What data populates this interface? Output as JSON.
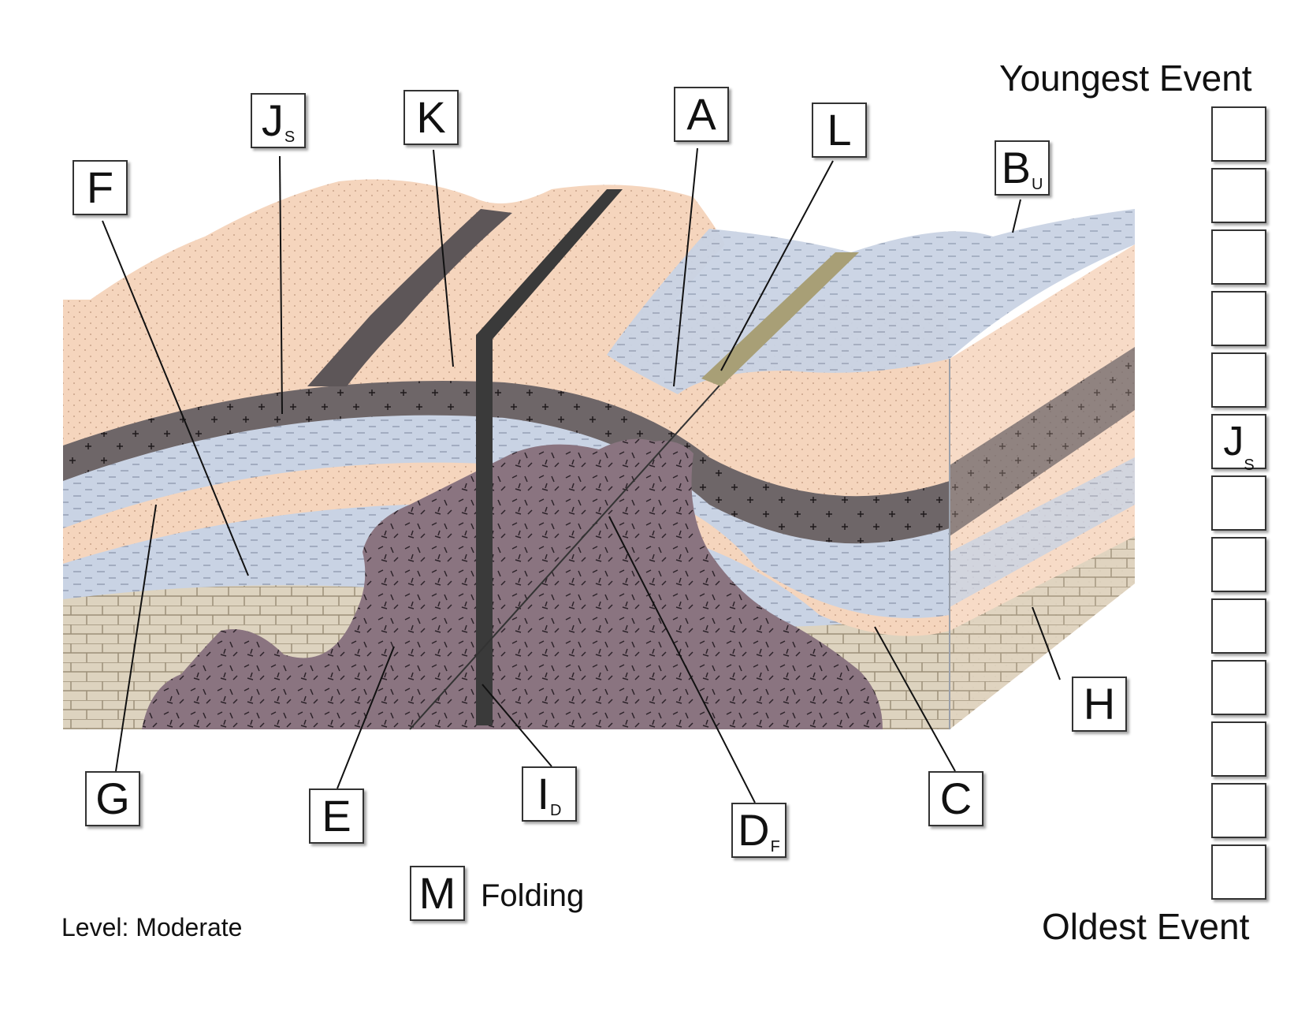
{
  "labels": {
    "A": "A",
    "B": "B",
    "B_sub": "U",
    "C": "C",
    "D": "D",
    "D_sub": "F",
    "E": "E",
    "F": "F",
    "G": "G",
    "H": "H",
    "I": "I",
    "I_sub": "D",
    "J": "J",
    "J_sub": "S",
    "K": "K",
    "L": "L",
    "M": "M"
  },
  "folding_text": "Folding",
  "level_text": "Level: Moderate",
  "sequence": {
    "top_label": "Youngest Event",
    "bottom_label": "Oldest Event",
    "filled": {
      "letter": "J",
      "sub": "S"
    },
    "slot_count": 13
  },
  "colors": {
    "sandstone": "#f5d5bd",
    "shale": "#c9d3e4",
    "dark_band": "#6e6668",
    "dike": "#3a3a3a",
    "intrusion": "#8a7480",
    "limestone": "#ddd3bf",
    "sill": "#a89f76"
  }
}
